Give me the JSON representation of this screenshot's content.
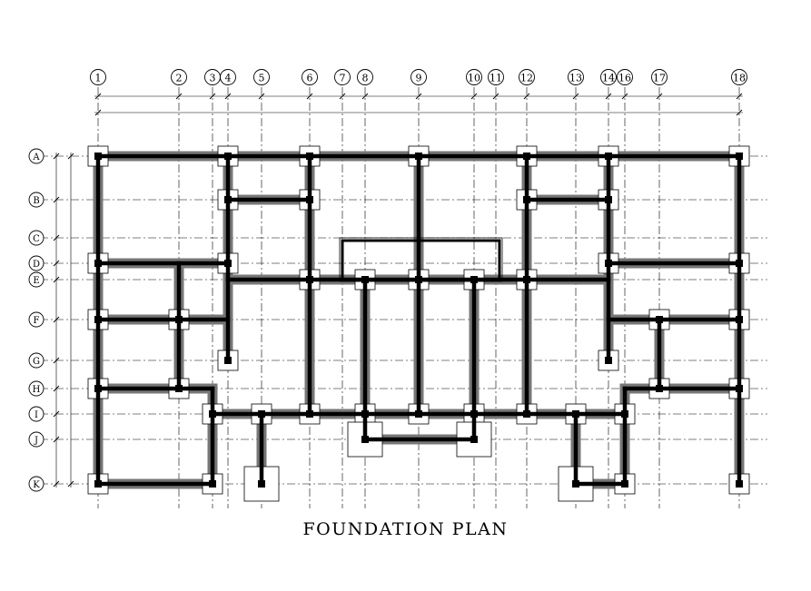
{
  "drawing": {
    "title": "FOUNDATION PLAN",
    "col_axes": [
      "1",
      "2",
      "3",
      "4",
      "5",
      "6",
      "7",
      "8",
      "9",
      "10",
      "11",
      "12",
      "13",
      "14",
      "16",
      "17",
      "18"
    ],
    "row_axes": [
      "A",
      "B",
      "C",
      "D",
      "E",
      "F",
      "G",
      "H",
      "I",
      "J",
      "K"
    ],
    "colors": {
      "line": "#000000",
      "grid": "#000000",
      "footing": "#777777",
      "background": "#ffffff"
    }
  }
}
